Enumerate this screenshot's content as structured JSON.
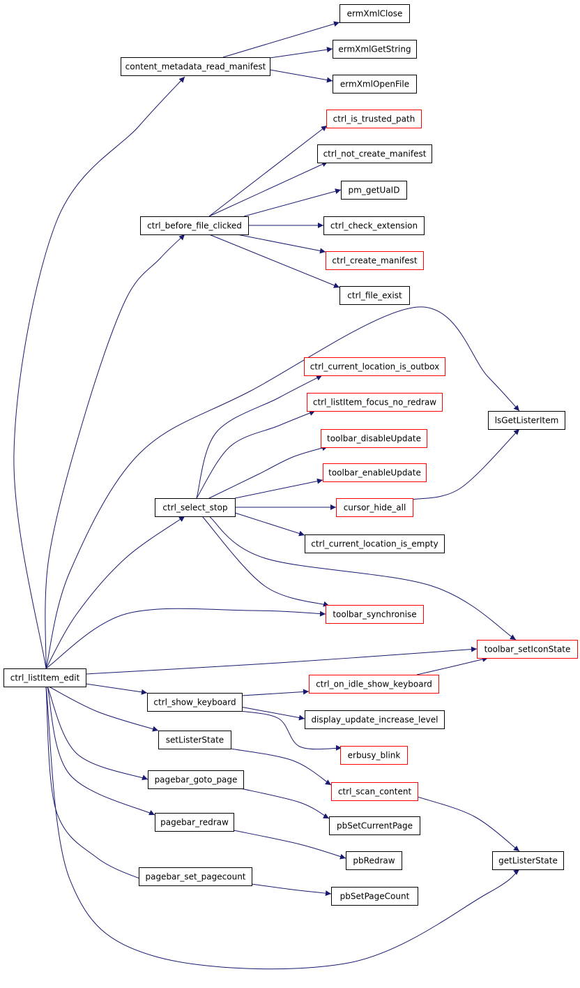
{
  "colors": {
    "edge": "#191970",
    "normal_border": "#000000",
    "external_border": "#ff0000",
    "root_fill": "#bfbfbf",
    "text": "#000000"
  },
  "nodes": {
    "root": {
      "label": "ctrl_listItem_edit",
      "style": "root"
    },
    "cmrm": {
      "label": "content_metadata_read_manifest",
      "style": "normal"
    },
    "xclose": {
      "label": "ermXmlClose",
      "style": "normal"
    },
    "xget": {
      "label": "ermXmlGetString",
      "style": "normal"
    },
    "xopen": {
      "label": "ermXmlOpenFile",
      "style": "normal"
    },
    "trust": {
      "label": "ctrl_is_trusted_path",
      "style": "external"
    },
    "notcm": {
      "label": "ctrl_not_create_manifest",
      "style": "normal"
    },
    "pmua": {
      "label": "pm_getUaID",
      "style": "normal"
    },
    "before": {
      "label": "ctrl_before_file_clicked",
      "style": "normal"
    },
    "ext": {
      "label": "ctrl_check_extension",
      "style": "normal"
    },
    "crm": {
      "label": "ctrl_create_manifest",
      "style": "external"
    },
    "fexist": {
      "label": "ctrl_file_exist",
      "style": "normal"
    },
    "outbox": {
      "label": "ctrl_current_location_is_outbox",
      "style": "external"
    },
    "focus": {
      "label": "ctrl_listItem_focus_no_redraw",
      "style": "external"
    },
    "lsget": {
      "label": "lsGetListerItem",
      "style": "normal"
    },
    "tbdis": {
      "label": "toolbar_disableUpdate",
      "style": "external"
    },
    "tben": {
      "label": "toolbar_enableUpdate",
      "style": "external"
    },
    "select": {
      "label": "ctrl_select_stop",
      "style": "normal"
    },
    "cursor": {
      "label": "cursor_hide_all",
      "style": "external"
    },
    "empty": {
      "label": "ctrl_current_location_is_empty",
      "style": "normal"
    },
    "tbsync": {
      "label": "toolbar_synchronise",
      "style": "external"
    },
    "tbicon": {
      "label": "toolbar_setIconState",
      "style": "external"
    },
    "keyb": {
      "label": "ctrl_show_keyboard",
      "style": "normal"
    },
    "idlekb": {
      "label": "ctrl_on_idle_show_keyboard",
      "style": "external"
    },
    "dispup": {
      "label": "display_update_increase_level",
      "style": "normal"
    },
    "setls": {
      "label": "setListerState",
      "style": "normal"
    },
    "blink": {
      "label": "erbusy_blink",
      "style": "external"
    },
    "goto": {
      "label": "pagebar_goto_page",
      "style": "normal"
    },
    "scan": {
      "label": "ctrl_scan_content",
      "style": "external"
    },
    "pbcur": {
      "label": "pbSetCurrentPage",
      "style": "normal"
    },
    "redraw": {
      "label": "pagebar_redraw",
      "style": "normal"
    },
    "pbred": {
      "label": "pbRedraw",
      "style": "normal"
    },
    "getls": {
      "label": "getListerState",
      "style": "normal"
    },
    "setpc": {
      "label": "pagebar_set_pagecount",
      "style": "normal"
    },
    "pbpc": {
      "label": "pbSetPageCount",
      "style": "normal"
    }
  },
  "edges": [
    [
      "root",
      "cmrm"
    ],
    [
      "cmrm",
      "xclose"
    ],
    [
      "cmrm",
      "xget"
    ],
    [
      "cmrm",
      "xopen"
    ],
    [
      "root",
      "before"
    ],
    [
      "before",
      "trust"
    ],
    [
      "before",
      "notcm"
    ],
    [
      "before",
      "pmua"
    ],
    [
      "before",
      "ext"
    ],
    [
      "before",
      "crm"
    ],
    [
      "before",
      "fexist"
    ],
    [
      "root",
      "lsget"
    ],
    [
      "root",
      "select"
    ],
    [
      "select",
      "outbox"
    ],
    [
      "select",
      "focus"
    ],
    [
      "select",
      "tbdis"
    ],
    [
      "select",
      "tben"
    ],
    [
      "select",
      "cursor"
    ],
    [
      "select",
      "empty"
    ],
    [
      "select",
      "tbsync"
    ],
    [
      "select",
      "tbicon"
    ],
    [
      "cursor",
      "lsget"
    ],
    [
      "root",
      "tbsync"
    ],
    [
      "root",
      "tbicon"
    ],
    [
      "root",
      "keyb"
    ],
    [
      "keyb",
      "idlekb"
    ],
    [
      "keyb",
      "dispup"
    ],
    [
      "keyb",
      "blink"
    ],
    [
      "idlekb",
      "tbicon"
    ],
    [
      "root",
      "setls"
    ],
    [
      "setls",
      "scan"
    ],
    [
      "scan",
      "getls"
    ],
    [
      "root",
      "goto"
    ],
    [
      "goto",
      "pbcur"
    ],
    [
      "root",
      "redraw"
    ],
    [
      "redraw",
      "pbred"
    ],
    [
      "root",
      "setpc"
    ],
    [
      "setpc",
      "pbpc"
    ],
    [
      "root",
      "getls"
    ]
  ]
}
